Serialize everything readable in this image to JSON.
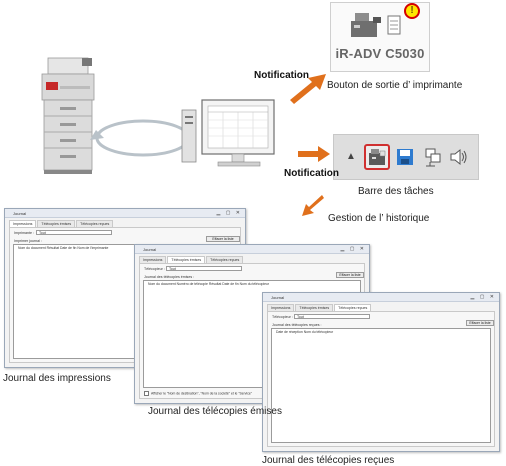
{
  "printer_button": {
    "model": "iR-ADV C5030",
    "alert_icon": "exclamation-alert-icon",
    "label": "Bouton de sortie d’ imprimante"
  },
  "notification_label_1": "Notification",
  "notification_label_2": "Notification",
  "taskbar": {
    "label": "Barre des tâches",
    "icons": [
      "show-hidden-icons-icon",
      "printer-fax-icon",
      "save-icon",
      "network-icon",
      "speaker-icon"
    ]
  },
  "history_label": "Gestion de l’ historique",
  "windows": {
    "impressions": {
      "title": "Journal",
      "tabs": [
        "Impressions",
        "Télécopies émises",
        "Télécopies reçues"
      ],
      "printer_label": "Imprimante :",
      "printer_value": "Tout",
      "log_label": "Imprimer journal :",
      "clear_button": "Effacer la liste",
      "columns": "Nom du document  Résultat  Date de fin  Nom de l'imprimante",
      "caption": "Journal des impressions"
    },
    "sent": {
      "title": "Journal",
      "tabs": [
        "Impressions",
        "Télécopies émises",
        "Télécopies reçues"
      ],
      "fax_label": "Télécopieur :",
      "fax_value": "Tout",
      "log_label": "Journal des télécopies émises :",
      "clear_button": "Effacer la liste",
      "columns": "Nom du document  Numéro de télécopie  Résultat  Date de fin  Nom du télécopieur",
      "checkbox": "Afficher le \"Nom de destination\", \"Nom de la société\" et le \"Service\"",
      "caption": "Journal des télécopies émises"
    },
    "received": {
      "title": "Journal",
      "tabs": [
        "Impressions",
        "Télécopies émises",
        "Télécopies reçues"
      ],
      "fax_label": "Télécopieur :",
      "fax_value": "Tout",
      "log_label": "Journal des télécopies reçues :",
      "clear_button": "Effacer la liste",
      "columns": "Date de réception  Nom du télécopieur",
      "caption": "Journal des télécopies reçues"
    }
  }
}
